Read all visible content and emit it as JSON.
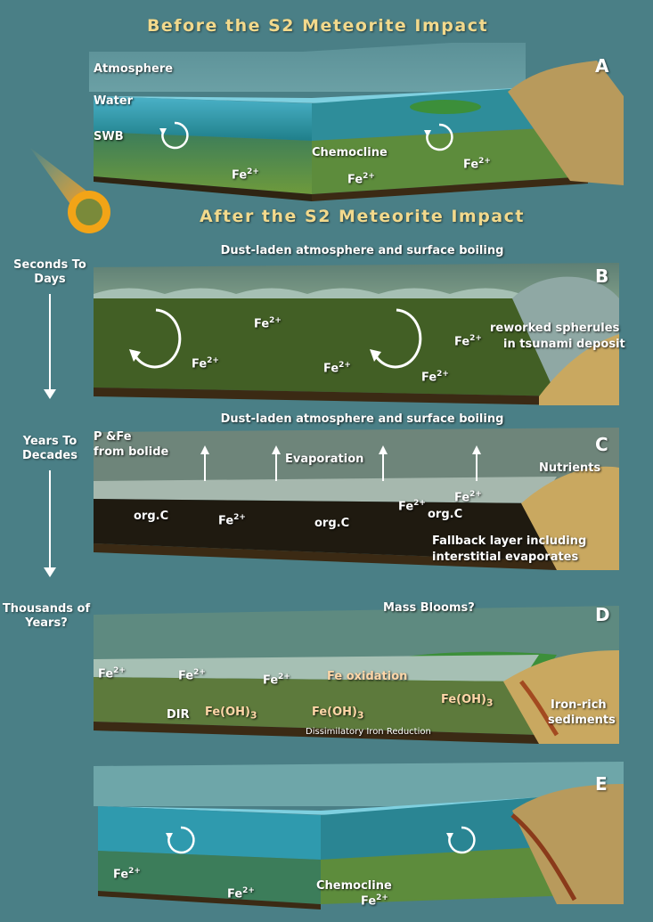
{
  "titles": {
    "before": "Before the S2 Meteorite Impact",
    "after": "After the S2 Meteorite Impact"
  },
  "timeline": {
    "t1": "Seconds To Days",
    "t2": "Years To Decades",
    "t3": "Thousands of Years?"
  },
  "panels": {
    "A": {
      "letter": "A",
      "atmosphere": "Atmosphere",
      "water": "Water",
      "swb": "SWB",
      "chemocline": "Chemocline",
      "fe": "Fe",
      "charge": "2+"
    },
    "B": {
      "letter": "B",
      "caption": "Dust-laden atmosphere and surface boiling",
      "fe": "Fe",
      "charge": "2+",
      "spherules1": "reworked spherules",
      "spherules2": "in tsunami deposit"
    },
    "C": {
      "letter": "C",
      "caption": "Dust-laden atmosphere and surface boiling",
      "bolide1": "P &Fe",
      "bolide2": "from bolide",
      "evaporation": "Evaporation",
      "nutrients": "Nutrients",
      "orgc": "org.C",
      "fe": "Fe",
      "charge": "2+",
      "fallback1": "Fallback layer including",
      "fallback2": "interstitial evaporates"
    },
    "D": {
      "letter": "D",
      "blooms": "Mass Blooms?",
      "fe": "Fe",
      "charge": "2+",
      "dir": "DIR",
      "feoh": "Fe(OH)",
      "sub3": "3",
      "oxidation": "Fe oxidation",
      "dissim": "Dissimilatory Iron Reduction",
      "iron1": "Iron-rich",
      "iron2": "sediments"
    },
    "E": {
      "letter": "E",
      "chemocline": "Chemocline",
      "fe": "Fe",
      "charge": "2+"
    }
  },
  "colors": {
    "background": "#4a7f86",
    "title": "#f2d98c",
    "water": "#3a9ab0",
    "deep_water": "#2f6f55",
    "sediment": "#3b2a14",
    "land": "#b89a5c"
  }
}
